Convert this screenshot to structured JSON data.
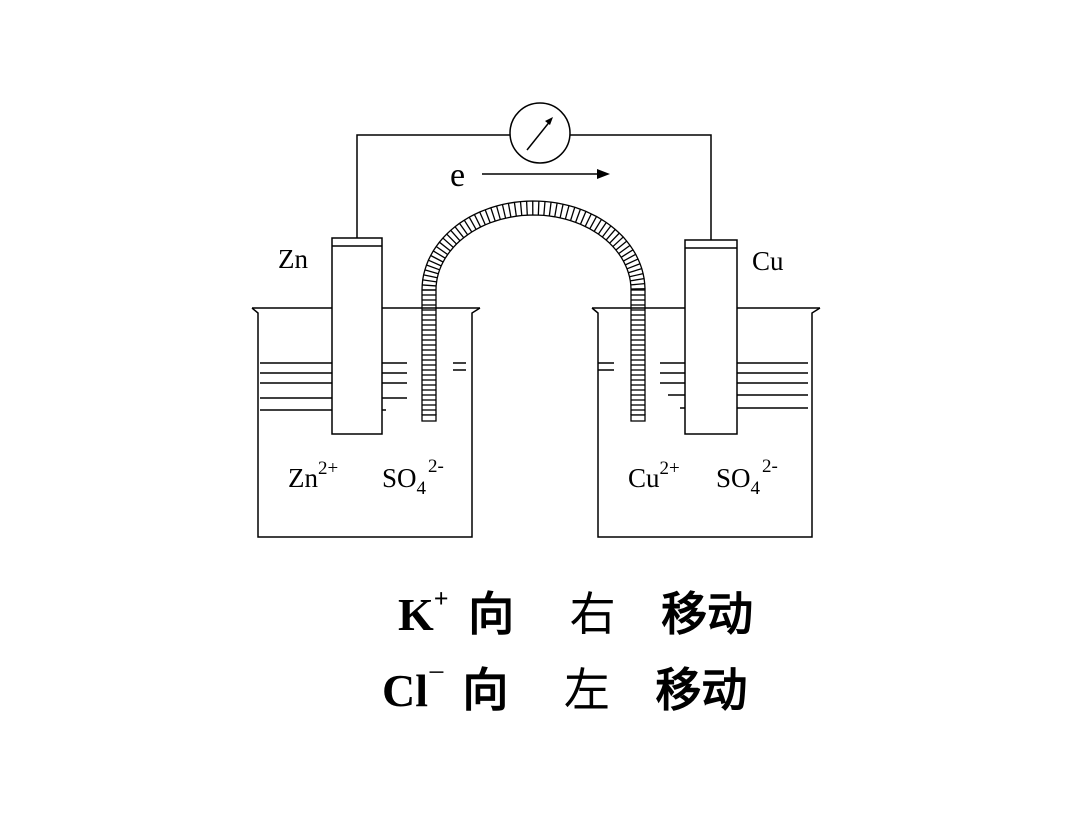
{
  "diagram": {
    "electron_label": "e",
    "left_electrode_label": "Zn",
    "right_electrode_label": "Cu",
    "left_ions": {
      "ion1_base": "Zn",
      "ion1_charge": "2+",
      "ion2_base": "SO",
      "ion2_sub": "4",
      "ion2_charge": "2-"
    },
    "right_ions": {
      "ion1_base": "Cu",
      "ion1_charge": "2+",
      "ion2_base": "SO",
      "ion2_sub": "4",
      "ion2_charge": "2-"
    }
  },
  "captions": [
    {
      "ion": "K",
      "charge": "+",
      "word1": "向",
      "direction": "右",
      "word2": "移动"
    },
    {
      "ion": "Cl",
      "charge": "−",
      "word1": "向",
      "direction": "左",
      "word2": "移动"
    }
  ]
}
